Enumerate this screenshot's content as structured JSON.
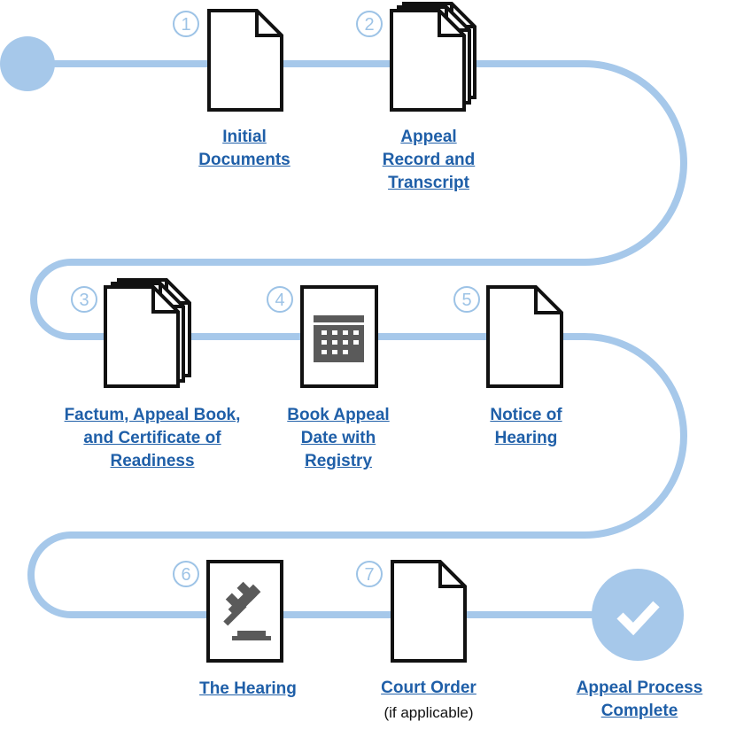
{
  "colors": {
    "path": "#a6c8ea",
    "link": "#1f5fa8",
    "numeral": "#9dc3e6",
    "icon_stroke": "#111111",
    "calendar": "#5a5a5a"
  },
  "steps": [
    {
      "number": "1",
      "label_lines": [
        "Initial",
        "Documents"
      ],
      "icon": "document-icon"
    },
    {
      "number": "2",
      "label_lines": [
        "Appeal",
        "Record and",
        "Transcript"
      ],
      "icon": "stacked-documents-icon"
    },
    {
      "number": "3",
      "label_lines": [
        "Factum, Appeal Book,",
        "and Certificate of",
        "Readiness"
      ],
      "icon": "stacked-documents-icon"
    },
    {
      "number": "4",
      "label_lines": [
        "Book Appeal",
        "Date with",
        "Registry"
      ],
      "icon": "calendar-icon"
    },
    {
      "number": "5",
      "label_lines": [
        "Notice of",
        "Hearing"
      ],
      "icon": "document-icon"
    },
    {
      "number": "6",
      "label_lines": [
        "The Hearing"
      ],
      "icon": "gavel-icon"
    },
    {
      "number": "7",
      "label_lines": [
        "Court Order"
      ],
      "sub_label": "(if applicable)",
      "icon": "document-icon"
    }
  ],
  "final": {
    "label_lines": [
      "Appeal Process",
      "Complete"
    ],
    "icon": "checkmark-icon"
  }
}
